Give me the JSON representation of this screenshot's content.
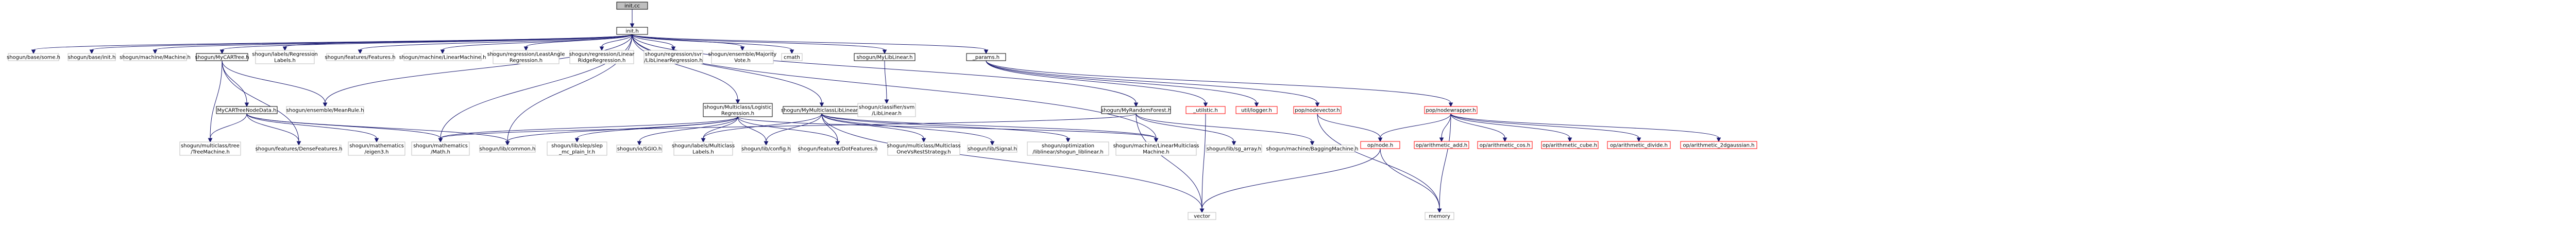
{
  "graph": {
    "nodes": [
      {
        "id": "root",
        "lines": [
          "init.cc"
        ],
        "style": "root"
      },
      {
        "id": "initH",
        "lines": [
          "init.h"
        ],
        "style": "boxed"
      },
      {
        "id": "some",
        "lines": [
          "shogun/base/some.h"
        ],
        "style": "gray"
      },
      {
        "id": "baseinit",
        "lines": [
          "shogun/base/init.h"
        ],
        "style": "gray"
      },
      {
        "id": "machine",
        "lines": [
          "shogun/machine/Machine.h"
        ],
        "style": "gray"
      },
      {
        "id": "mycart",
        "lines": [
          "shogun/MyCARTree.h"
        ],
        "style": "boxed"
      },
      {
        "id": "labels",
        "lines": [
          "shogun/labels/Regression",
          "Labels.h"
        ],
        "style": "gray"
      },
      {
        "id": "features",
        "lines": [
          "shogun/features/Features.h"
        ],
        "style": "gray"
      },
      {
        "id": "linmach",
        "lines": [
          "shogun/machine/LinearMachine.h"
        ],
        "style": "gray"
      },
      {
        "id": "lars",
        "lines": [
          "shogun/regression/LeastAngle",
          "Regression.h"
        ],
        "style": "gray"
      },
      {
        "id": "ridge",
        "lines": [
          "shogun/regression/Linear",
          "RidgeRegression.h"
        ],
        "style": "gray"
      },
      {
        "id": "svr",
        "lines": [
          "shogun/regression/svr",
          "/LibLinearRegression.h"
        ],
        "style": "gray"
      },
      {
        "id": "majority",
        "lines": [
          "shogun/ensemble/Majority",
          "Vote.h"
        ],
        "style": "gray"
      },
      {
        "id": "cmath",
        "lines": [
          "cmath"
        ],
        "style": "gray"
      },
      {
        "id": "mylib",
        "lines": [
          "shogun/MyLibLinear.h"
        ],
        "style": "boxed"
      },
      {
        "id": "params",
        "lines": [
          "_params.h"
        ],
        "style": "boxed"
      },
      {
        "id": "cartnode",
        "lines": [
          "MyCARTreeNodeData.h"
        ],
        "style": "boxed"
      },
      {
        "id": "meanrule",
        "lines": [
          "shogun/ensemble/MeanRule.h"
        ],
        "style": "gray"
      },
      {
        "id": "mclogreg",
        "lines": [
          "shogun/Multiclass/Logistic",
          "Regression.h"
        ],
        "style": "boxed"
      },
      {
        "id": "mcliblin",
        "lines": [
          "shogun/MyMulticlassLibLinear.h"
        ],
        "style": "boxed"
      },
      {
        "id": "liblinsvm",
        "lines": [
          "shogun/classifier/svm",
          "/LibLinear.h"
        ],
        "style": "gray"
      },
      {
        "id": "rforest",
        "lines": [
          "shogun/MyRandomForest.h"
        ],
        "style": "boxed"
      },
      {
        "id": "utilstic",
        "lines": [
          "_utilstic.h"
        ],
        "style": "red"
      },
      {
        "id": "logger",
        "lines": [
          "util/logger.h"
        ],
        "style": "red"
      },
      {
        "id": "popnodevec",
        "lines": [
          "pop/nodevector.h"
        ],
        "style": "red"
      },
      {
        "id": "popnodewrap",
        "lines": [
          "pop/nodewrapper.h"
        ],
        "style": "red"
      },
      {
        "id": "tree",
        "lines": [
          "shogun/multiclass/tree",
          "/TreeMachine.h"
        ],
        "style": "gray"
      },
      {
        "id": "dense",
        "lines": [
          "shogun/features/DenseFeatures.h"
        ],
        "style": "gray"
      },
      {
        "id": "jacobi",
        "lines": [
          "shogun/mathematics",
          "/eigen3.h"
        ],
        "style": "gray"
      },
      {
        "id": "math",
        "lines": [
          "shogun/mathematics",
          "/Math.h"
        ],
        "style": "gray"
      },
      {
        "id": "common",
        "lines": [
          "shogun/lib/common.h"
        ],
        "style": "gray"
      },
      {
        "id": "slep",
        "lines": [
          "shogun/lib/slep/slep",
          "_mc_plain_lr.h"
        ],
        "style": "gray"
      },
      {
        "id": "sgio",
        "lines": [
          "shogun/io/SGIO.h"
        ],
        "style": "gray"
      },
      {
        "id": "mclabels",
        "lines": [
          "shogun/labels/Multiclass",
          "Labels.h"
        ],
        "style": "gray"
      },
      {
        "id": "config",
        "lines": [
          "shogun/lib/config.h"
        ],
        "style": "gray"
      },
      {
        "id": "dotfeat",
        "lines": [
          "shogun/features/DotFeatures.h"
        ],
        "style": "gray"
      },
      {
        "id": "ovr",
        "lines": [
          "shogun/multiclass/Multiclass",
          "OneVsRestStrategy.h"
        ],
        "style": "gray"
      },
      {
        "id": "signal",
        "lines": [
          "shogun/lib/Signal.h"
        ],
        "style": "gray"
      },
      {
        "id": "optim",
        "lines": [
          "shogun/optimization",
          "/liblinear/shogun_liblinear.h"
        ],
        "style": "gray"
      },
      {
        "id": "linmc",
        "lines": [
          "shogun/machine/LinearMulticlass",
          "Machine.h"
        ],
        "style": "gray"
      },
      {
        "id": "sgarray",
        "lines": [
          "shogun/lib/sg_array.h"
        ],
        "style": "gray"
      },
      {
        "id": "bagging",
        "lines": [
          "shogun/machine/BaggingMachine.h"
        ],
        "style": "gray"
      },
      {
        "id": "vector",
        "lines": [
          "vector"
        ],
        "style": "gray"
      },
      {
        "id": "opnode",
        "lines": [
          "op/node.h"
        ],
        "style": "red"
      },
      {
        "id": "memory",
        "lines": [
          "memory"
        ],
        "style": "gray"
      },
      {
        "id": "opadd",
        "lines": [
          "op/arithmetic_add.h"
        ],
        "style": "red"
      },
      {
        "id": "opcos",
        "lines": [
          "op/arithmetic_cos.h"
        ],
        "style": "red"
      },
      {
        "id": "opcube",
        "lines": [
          "op/arithmetic_cube.h"
        ],
        "style": "red"
      },
      {
        "id": "opdivide",
        "lines": [
          "op/arithmetic_divide.h"
        ],
        "style": "red"
      },
      {
        "id": "oplog",
        "lines": [
          "op/arithmetic_2dgaussian.h"
        ],
        "style": "red"
      }
    ],
    "edges": [
      [
        "root",
        "initH"
      ],
      [
        "initH",
        "some"
      ],
      [
        "initH",
        "baseinit"
      ],
      [
        "initH",
        "machine"
      ],
      [
        "initH",
        "mycart"
      ],
      [
        "initH",
        "labels"
      ],
      [
        "initH",
        "features"
      ],
      [
        "initH",
        "linmach"
      ],
      [
        "initH",
        "lars"
      ],
      [
        "initH",
        "ridge"
      ],
      [
        "initH",
        "svr"
      ],
      [
        "initH",
        "majority"
      ],
      [
        "initH",
        "cmath"
      ],
      [
        "initH",
        "mylib"
      ],
      [
        "initH",
        "params"
      ],
      [
        "initH",
        "mclogreg"
      ],
      [
        "initH",
        "mcliblin"
      ],
      [
        "initH",
        "rforest"
      ],
      [
        "initH",
        "meanrule"
      ],
      [
        "initH",
        "math"
      ],
      [
        "initH",
        "common"
      ],
      [
        "initH",
        "linmc"
      ],
      [
        "mycart",
        "cartnode"
      ],
      [
        "mycart",
        "tree"
      ],
      [
        "mycart",
        "meanrule"
      ],
      [
        "mycart",
        "dense"
      ],
      [
        "cartnode",
        "tree"
      ],
      [
        "cartnode",
        "dense"
      ],
      [
        "cartnode",
        "jacobi"
      ],
      [
        "cartnode",
        "math"
      ],
      [
        "cartnode",
        "common"
      ],
      [
        "mylib",
        "liblinsvm"
      ],
      [
        "mclogreg",
        "math"
      ],
      [
        "mclogreg",
        "common"
      ],
      [
        "mclogreg",
        "slep"
      ],
      [
        "mclogreg",
        "sgio"
      ],
      [
        "mclogreg",
        "mclabels"
      ],
      [
        "mclogreg",
        "config"
      ],
      [
        "mclogreg",
        "dotfeat"
      ],
      [
        "mclogreg",
        "linmc"
      ],
      [
        "mcliblin",
        "mclabels"
      ],
      [
        "mcliblin",
        "config"
      ],
      [
        "mcliblin",
        "dotfeat"
      ],
      [
        "mcliblin",
        "ovr"
      ],
      [
        "mcliblin",
        "signal"
      ],
      [
        "mcliblin",
        "optim"
      ],
      [
        "mcliblin",
        "linmc"
      ],
      [
        "mcliblin",
        "vector"
      ],
      [
        "rforest",
        "bagging"
      ],
      [
        "rforest",
        "vector"
      ],
      [
        "rforest",
        "sgarray"
      ],
      [
        "rforest",
        "math"
      ],
      [
        "params",
        "utilstic"
      ],
      [
        "params",
        "logger"
      ],
      [
        "params",
        "popnodevec"
      ],
      [
        "params",
        "popnodewrap"
      ],
      [
        "utilstic",
        "vector"
      ],
      [
        "popnodevec",
        "opnode"
      ],
      [
        "popnodevec",
        "memory"
      ],
      [
        "popnodewrap",
        "opnode"
      ],
      [
        "popnodewrap",
        "opadd"
      ],
      [
        "popnodewrap",
        "opcos"
      ],
      [
        "popnodewrap",
        "opcube"
      ],
      [
        "popnodewrap",
        "opdivide"
      ],
      [
        "popnodewrap",
        "oplog"
      ],
      [
        "popnodewrap",
        "memory"
      ],
      [
        "opnode",
        "vector"
      ],
      [
        "opnode",
        "memory"
      ]
    ]
  }
}
